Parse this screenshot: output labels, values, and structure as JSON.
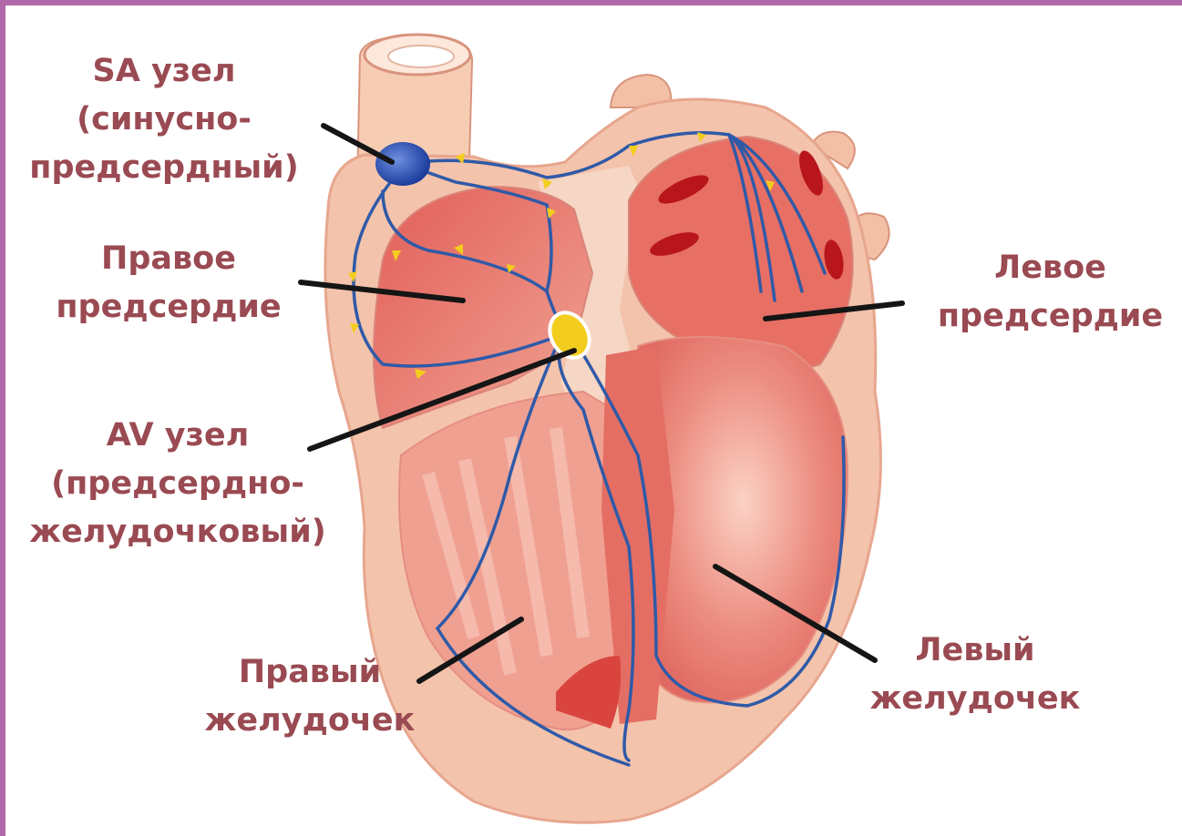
{
  "labels": {
    "sa_node": [
      "SA узел",
      "(синусно-",
      "предсердный)"
    ],
    "right_atrium": [
      "Правое",
      "предсердие"
    ],
    "left_atrium": [
      "Левое",
      "предсердие"
    ],
    "av_node": [
      "AV узел",
      "(предсердно-",
      "желудочковый)"
    ],
    "right_ventricle": [
      "Правый",
      "желудочек"
    ],
    "left_ventricle": [
      "Левый",
      "желудочек"
    ]
  },
  "colors": {
    "label_text": "#9a4a52",
    "frame": "#b068a8",
    "heart_outer": "#f4c3ab",
    "chamber_dark": "#df5f58",
    "conduction_fiber": "#2f5aa8",
    "impulse_arrow": "#f3cd1d",
    "leader_line": "#151515"
  }
}
